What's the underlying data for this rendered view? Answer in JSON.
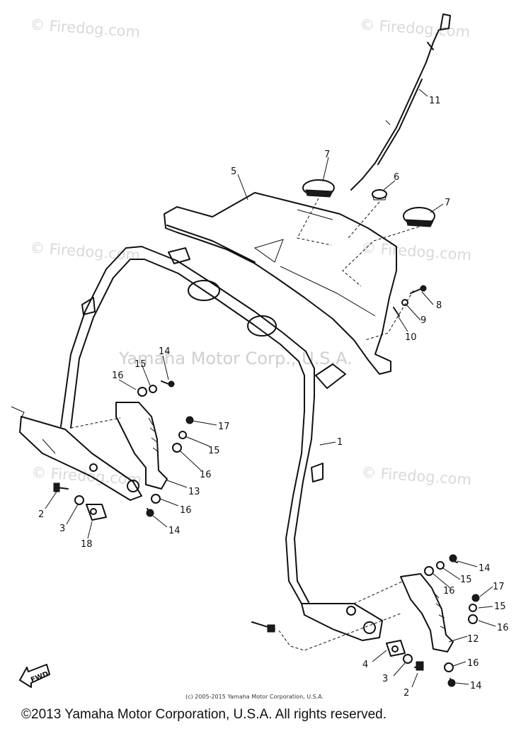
{
  "watermark": {
    "site": "© Firedog.com",
    "center": "Yamaha Motor Corp., U.S.A."
  },
  "fwd_label": "FWD",
  "callouts": {
    "p1": "1",
    "p2a": "2",
    "p2b": "2",
    "p3a": "3",
    "p3b": "3",
    "p4": "4",
    "p5": "5",
    "p6": "6",
    "p7a": "7",
    "p7b": "7",
    "p8": "8",
    "p9": "9",
    "p10": "10",
    "p11": "11",
    "p12": "12",
    "p13": "13",
    "p14a": "14",
    "p14b": "14",
    "p14c": "14",
    "p14d": "14",
    "p15a": "15",
    "p15b": "15",
    "p15c": "15",
    "p15d": "15",
    "p16a": "16",
    "p16b": "16",
    "p16c": "16",
    "p16d": "16",
    "p16e": "16",
    "p16f": "16",
    "p17a": "17",
    "p17b": "17",
    "p18": "18"
  },
  "small_copyright": "(c) 2005-2015 Yamaha Motor Corporation, U.S.A.",
  "footer_copyright": "©2013 Yamaha Motor Corporation, U.S.A. All rights reserved."
}
